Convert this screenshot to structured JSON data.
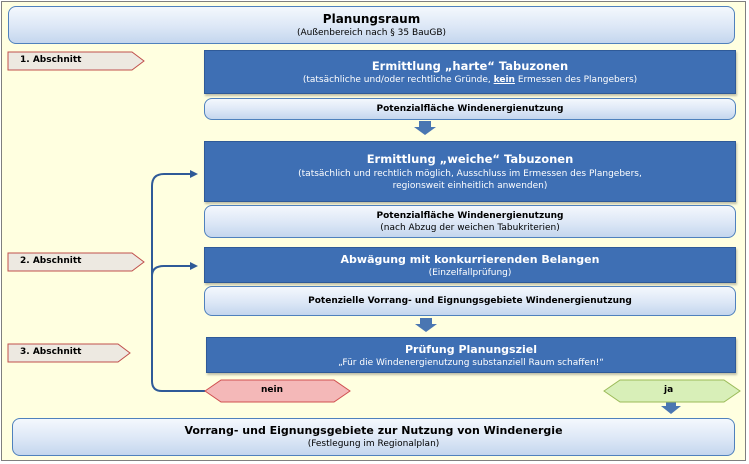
{
  "top": {
    "title": "Planungsraum",
    "subtitle": "(Außenbereich nach § 35 BauGB)"
  },
  "sections": [
    {
      "label": "1. Abschnitt"
    },
    {
      "label": "2. Abschnitt"
    },
    {
      "label": "3. Abschnitt"
    }
  ],
  "harte": {
    "title": "Ermittlung „harte“ Tabuzonen",
    "sub_pre": "(tatsächliche und/oder rechtliche Gründe, ",
    "sub_em": "kein",
    "sub_post": " Ermessen des Plangebers)"
  },
  "pot1": {
    "title": "Potenzialfläche Windenergienutzung"
  },
  "weiche": {
    "title": "Ermittlung „weiche“ Tabuzonen",
    "line1": "(tatsächlich und rechtlich möglich, Ausschluss im Ermessen des Plangebers,",
    "line2": "regionsweit einheitlich anwenden)"
  },
  "pot2": {
    "title": "Potenzialfläche Windenergienutzung",
    "subtitle": "(nach Abzug der weichen Tabukriterien)"
  },
  "abwaegung": {
    "title": "Abwägung mit konkurrierenden Belangen",
    "subtitle": "(Einzelfallprüfung)"
  },
  "potvr": {
    "title": "Potenzielle Vorrang- und Eignungsgebiete Windenergienutzung"
  },
  "pruefung": {
    "title": "Prüfung Planungsziel",
    "subtitle": "„Für die Windenergienutzung substanziell Raum schaffen!“"
  },
  "decision": {
    "no": "nein",
    "yes": "ja"
  },
  "final": {
    "title": "Vorrang- und Eignungsgebiete zur Nutzung von Windenergie",
    "subtitle": "(Festlegung im Regionalplan)"
  },
  "colors": {
    "dark_box": "#3e6fb4",
    "light_box": "#dce7f6",
    "background": "#ffffe0",
    "no_arrow": "#f4b8b8",
    "yes_arrow": "#d8efb8",
    "down_arrow": "#4a76b2"
  }
}
